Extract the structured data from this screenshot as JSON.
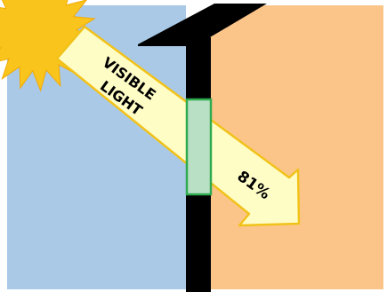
{
  "diagram": {
    "beam_label_line1": "VISIBLE",
    "beam_label_line2": "LIGHT",
    "transmitted_label": "81%"
  },
  "colors": {
    "sky": "#a9c9e6",
    "interior_wall": "#fbc58a",
    "wall_and_roof": "#000000",
    "sun": "#f9c51c",
    "beam": "#fffdc6",
    "window_fill": "#b9e0c5",
    "window_frame": "#2eaa4f"
  }
}
